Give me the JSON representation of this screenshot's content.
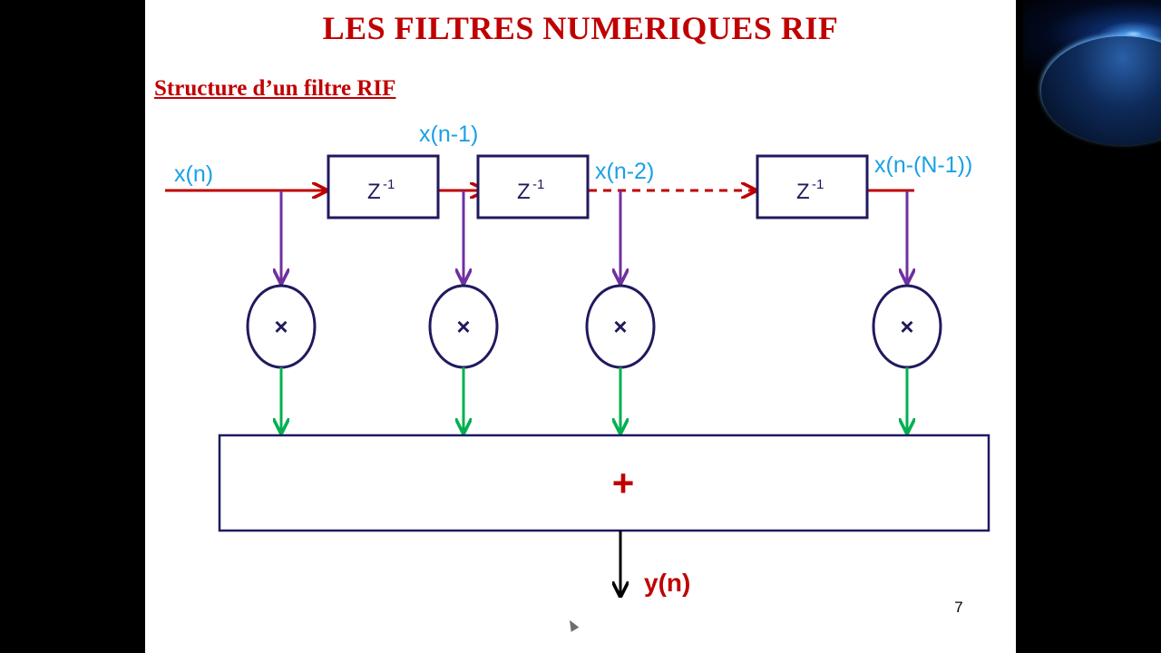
{
  "slide": {
    "title": "LES FILTRES NUMERIQUES RIF",
    "subtitle": "Structure d’un filtre RIF",
    "page_number": "7"
  },
  "diagram": {
    "signals": {
      "input": "x(n)",
      "delay1_out": "x(n-1)",
      "delay2_out": "x(n-2)",
      "last_out": "x(n-(N-1))"
    },
    "delay_block": {
      "base": "Z",
      "exponent": "-1"
    },
    "multiplier_symbol": "×",
    "adder_symbol": "+",
    "output": "y(n)"
  },
  "colors": {
    "title": "#c00000",
    "signal_path": "#c00000",
    "tap_arrow": "#7030a0",
    "product_arrow": "#00b050",
    "signal_label": "#1aa0e6",
    "block_border": "#1f1a5e",
    "background": "#000000",
    "slide": "#ffffff"
  },
  "background_image": {
    "icon": "earth-from-space-image"
  }
}
